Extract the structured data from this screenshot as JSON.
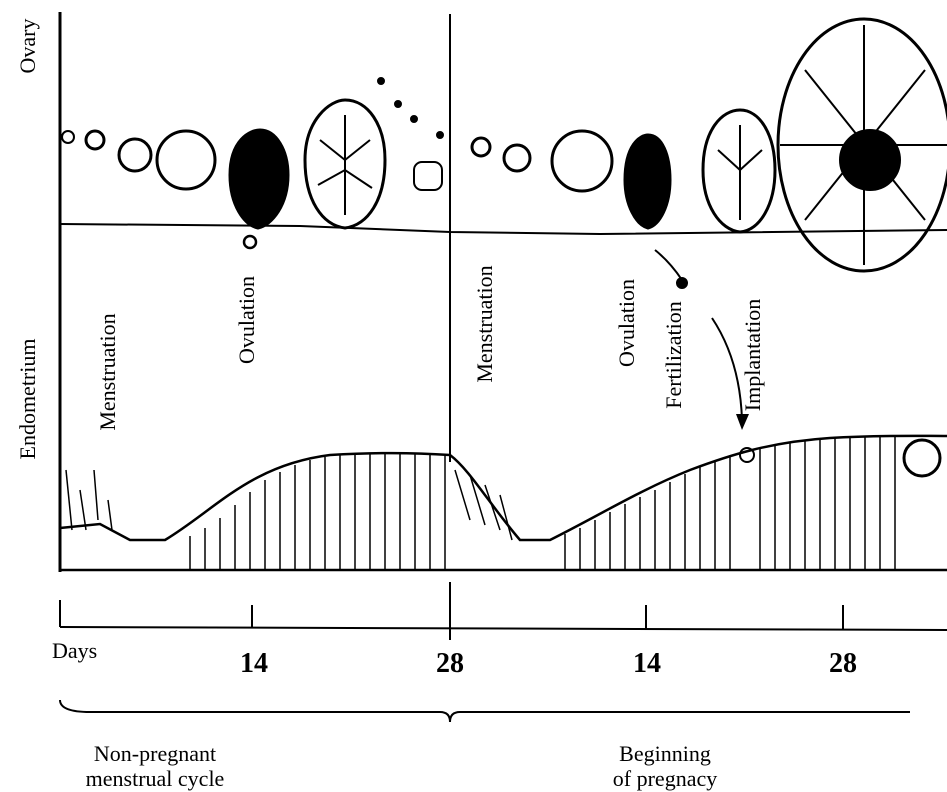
{
  "rows": {
    "ovary": "Ovary",
    "endometrium": "Endometrium"
  },
  "events": {
    "menstruation_1": "Menstruation",
    "ovulation_1": "Ovulation",
    "menstruation_2": "Menstruation",
    "ovulation_2": "Ovulation",
    "fertilization": "Fertilization",
    "implantation": "Implantation"
  },
  "axis": {
    "days_label": "Days",
    "ticks": [
      "14",
      "28",
      "14",
      "28"
    ]
  },
  "phases": {
    "non_pregnant": {
      "line1": "Non-pregnant",
      "line2": "menstrual cycle"
    },
    "pregnancy": {
      "line1": "Beginning",
      "line2": "of pregnacy"
    }
  },
  "colors": {
    "ink": "#000000",
    "paper": "#ffffff"
  }
}
